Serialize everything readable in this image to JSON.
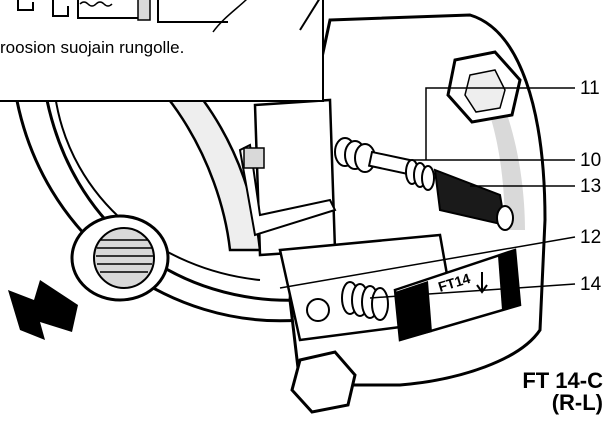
{
  "inset": {
    "caption": "roosion suojain rungolle."
  },
  "callouts": [
    {
      "id": "11",
      "label": "11"
    },
    {
      "id": "10",
      "label": "10"
    },
    {
      "id": "13",
      "label": "13"
    },
    {
      "id": "12",
      "label": "12"
    },
    {
      "id": "14",
      "label": "14"
    }
  ],
  "nameplate": {
    "text": "FT14"
  },
  "model": {
    "line1": "FT 14-C",
    "line2": "(R-L)"
  },
  "colors": {
    "ink": "#000000",
    "paper": "#ffffff",
    "shade": "#d9d9d9",
    "dark_shade": "#8c8c8c"
  }
}
